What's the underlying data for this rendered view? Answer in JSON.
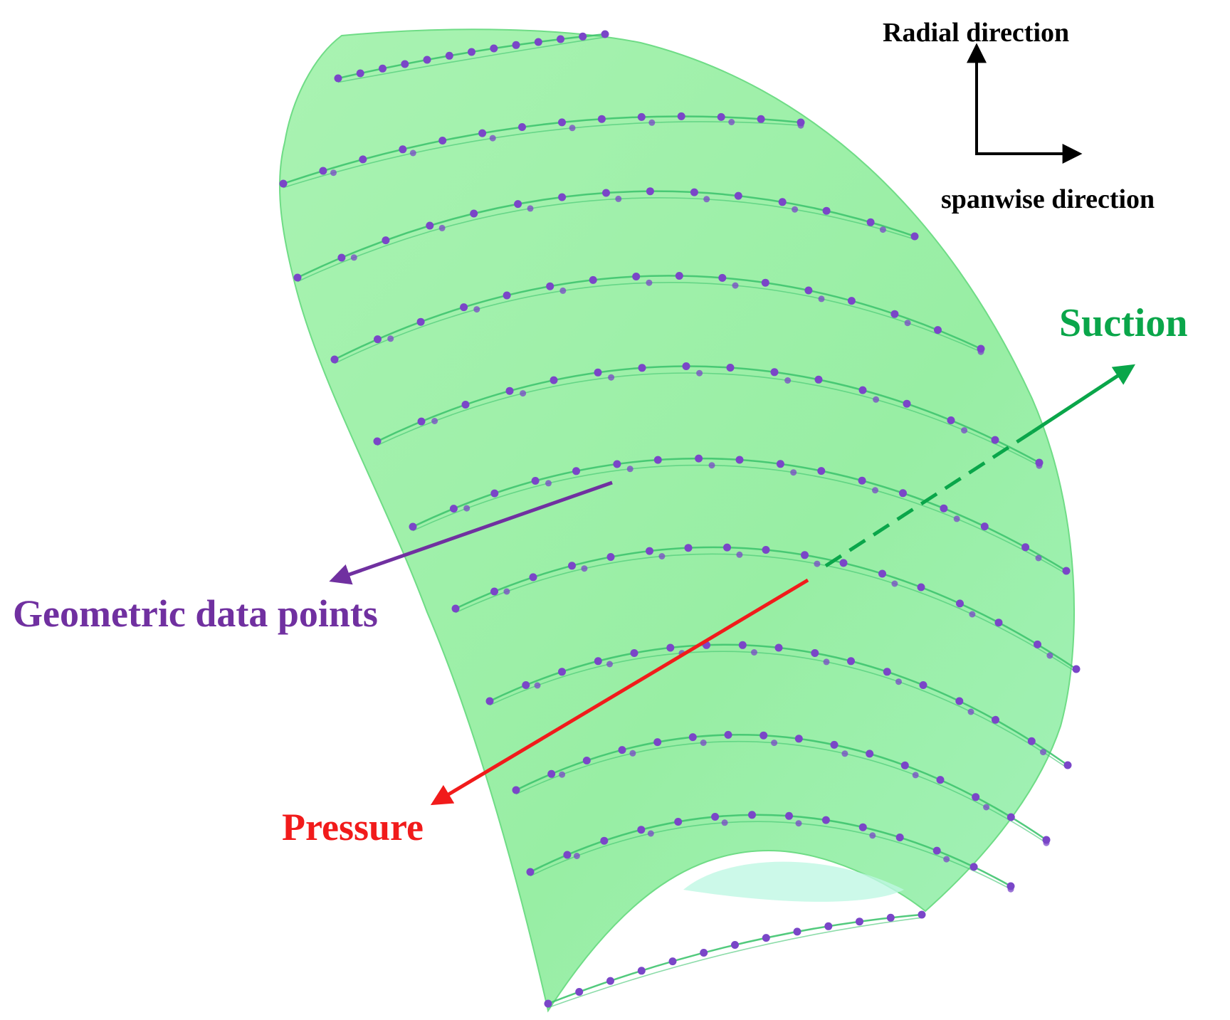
{
  "labels": {
    "radial": "Radial direction",
    "spanwise": "spanwise direction",
    "suction": "Suction",
    "pressure": "Pressure",
    "geometric_points": "Geometric data points"
  },
  "colors": {
    "blade_fill": "#9df0a8",
    "blade_edge": "#6fdc86",
    "section_line": "#3fc46f",
    "data_point": "#7a46c8",
    "suction": "#0aa64a",
    "pressure": "#f11b1b",
    "geometric": "#7030a0",
    "axes": "#000000"
  },
  "icons": {
    "radial_axis": "arrow-up-icon",
    "spanwise_axis": "arrow-right-icon"
  }
}
